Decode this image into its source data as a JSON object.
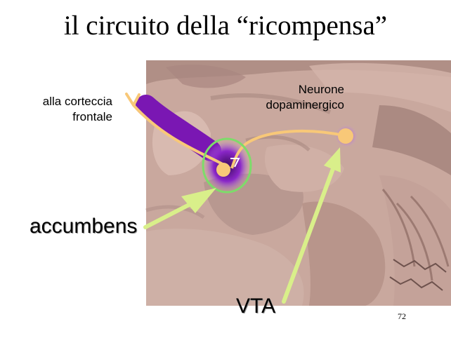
{
  "slide": {
    "title": "il circuito della “ricompensa”",
    "page_number": "72"
  },
  "labels": {
    "frontal_line1": "alla corteccia",
    "frontal_line2": "frontale",
    "neurone_line1": "Neurone",
    "neurone_line2": "dopaminergico",
    "accumbens": "accumbens",
    "vta": "VTA"
  },
  "colors": {
    "brain_tissue": "#c9a89e",
    "brain_dark": "#8b6c66",
    "pathway_purple": "#7a17b3",
    "neuron_fiber": "#f8c878",
    "highlight_circle": "#7ddc6a",
    "pointer_arrow": "#d9ef8a"
  }
}
